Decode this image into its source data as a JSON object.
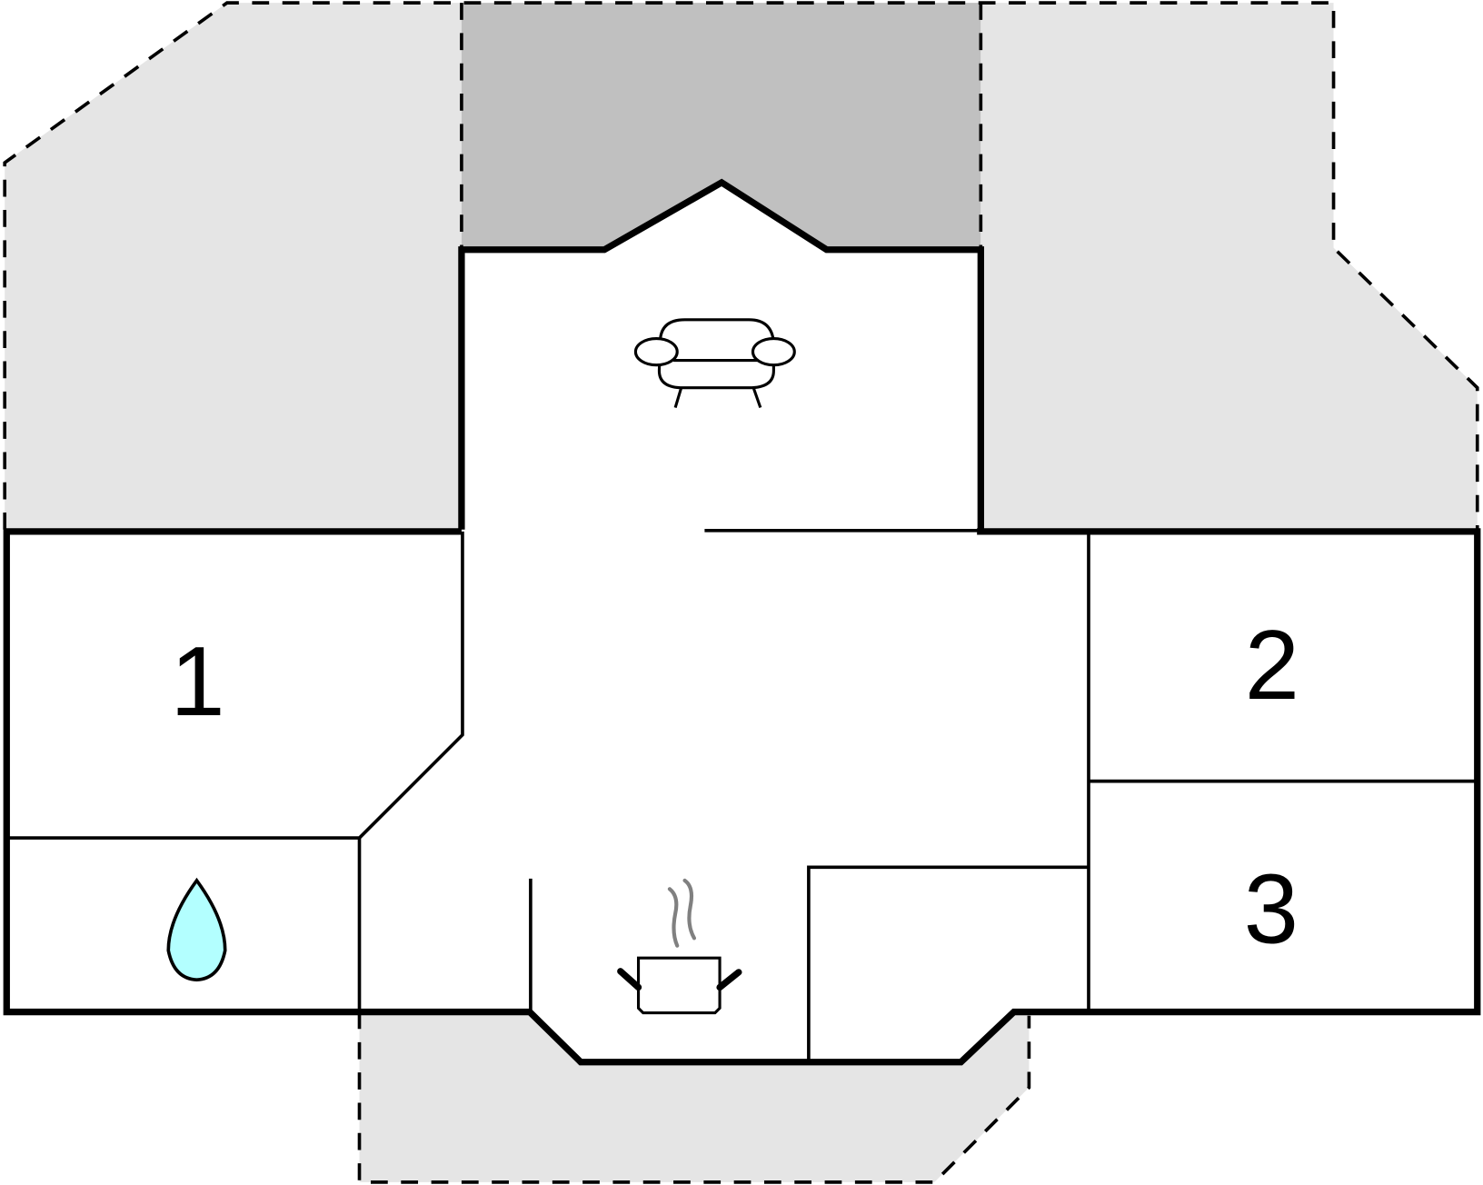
{
  "floorplan": {
    "colors": {
      "background": "#ffffff",
      "outdoor_area": "#e5e5e5",
      "covered_area": "#c0c0c0",
      "wall": "#000000",
      "water_drop": "#b3ffff",
      "steam": "#808080"
    },
    "rooms": [
      {
        "id": "bedroom-1",
        "label": "1"
      },
      {
        "id": "bedroom-2",
        "label": "2"
      },
      {
        "id": "bedroom-3",
        "label": "3"
      }
    ],
    "icons": [
      {
        "name": "sofa-icon",
        "room": "living-room"
      },
      {
        "name": "cooking-pot-icon",
        "room": "kitchen"
      },
      {
        "name": "water-drop-icon",
        "room": "bathroom"
      }
    ],
    "areas": [
      {
        "name": "terrace-left",
        "type": "outdoor"
      },
      {
        "name": "covered-terrace-top",
        "type": "covered"
      },
      {
        "name": "terrace-right",
        "type": "outdoor"
      },
      {
        "name": "terrace-bottom",
        "type": "outdoor"
      }
    ]
  }
}
